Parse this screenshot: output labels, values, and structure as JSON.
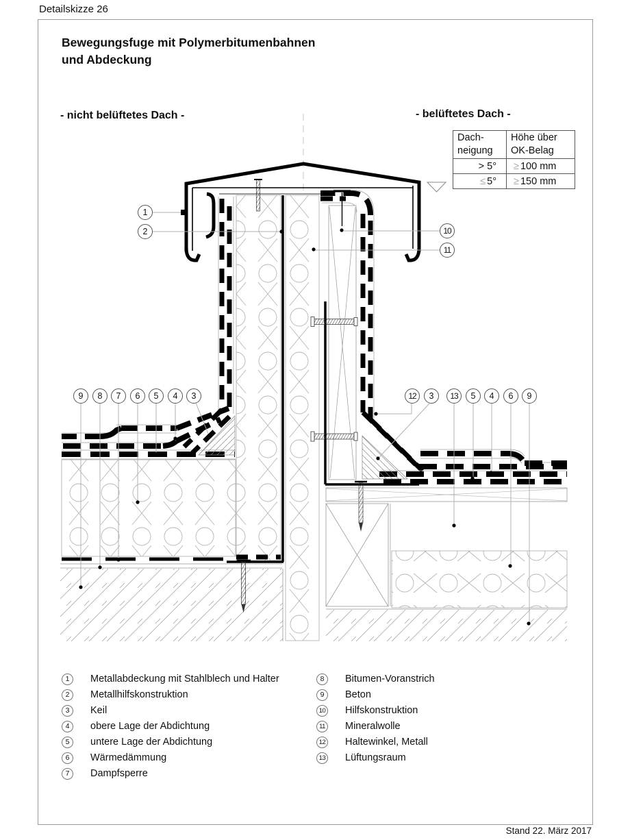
{
  "page": {
    "doc_label": "Detailskizze 26",
    "footer": "Stand 22. März 2017"
  },
  "title": {
    "line1": "Bewegungsfuge mit Polymerbitumenbahnen",
    "line2": "und Abdeckung"
  },
  "sections": {
    "left": "- nicht belüftetes Dach -",
    "right": "- belüftetes Dach -"
  },
  "table": {
    "header_col1_line1": "Dach-",
    "header_col1_line2": "neigung",
    "header_col2_line1": "Höhe über",
    "header_col2_line2": "OK-Belag",
    "rows": [
      {
        "slope_sym": "",
        "slope_val": "> 5°",
        "h_sym": "≥",
        "h_val": "100 mm"
      },
      {
        "slope_sym": "≤",
        "slope_val": "5°",
        "h_sym": "≥",
        "h_val": "150 mm"
      }
    ]
  },
  "drawing": {
    "callouts": [
      {
        "num": "1"
      },
      {
        "num": "2"
      },
      {
        "num": "10"
      },
      {
        "num": "11"
      },
      {
        "num": "9"
      },
      {
        "num": "8"
      },
      {
        "num": "7"
      },
      {
        "num": "6"
      },
      {
        "num": "5"
      },
      {
        "num": "4"
      },
      {
        "num": "3"
      },
      {
        "num": "12"
      },
      {
        "num": "3"
      },
      {
        "num": "13"
      },
      {
        "num": "5"
      },
      {
        "num": "4"
      },
      {
        "num": "6"
      },
      {
        "num": "9"
      }
    ]
  },
  "legend": {
    "left": [
      {
        "num": "1",
        "label": "Metallabdeckung mit Stahlblech und Halter"
      },
      {
        "num": "2",
        "label": "Metallhilfskonstruktion"
      },
      {
        "num": "3",
        "label": "Keil"
      },
      {
        "num": "4",
        "label": "obere Lage der Abdichtung"
      },
      {
        "num": "5",
        "label": "untere Lage der Abdichtung"
      },
      {
        "num": "6",
        "label": "Wärmedämmung"
      },
      {
        "num": "7",
        "label": "Dampfsperre"
      }
    ],
    "right": [
      {
        "num": "8",
        "label": "Bitumen-Voranstrich"
      },
      {
        "num": "9",
        "label": "Beton"
      },
      {
        "num": "10",
        "label": "Hilfskonstruktion"
      },
      {
        "num": "11",
        "label": "Mineralwolle"
      },
      {
        "num": "12",
        "label": "Haltewinkel, Metall"
      },
      {
        "num": "13",
        "label": "Lüftungsraum"
      }
    ]
  }
}
